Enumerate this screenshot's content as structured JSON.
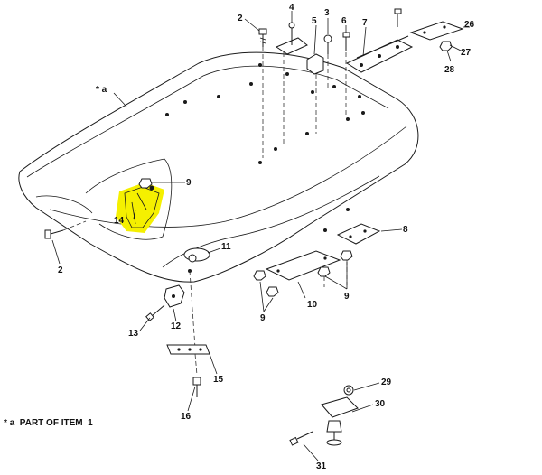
{
  "callouts": [
    {
      "id": "c2a",
      "label": "2"
    },
    {
      "id": "c4",
      "label": "4"
    },
    {
      "id": "c5",
      "label": "5"
    },
    {
      "id": "c6",
      "label": "6"
    },
    {
      "id": "c7",
      "label": "7"
    },
    {
      "id": "c3",
      "label": "3"
    },
    {
      "id": "c26",
      "label": "26"
    },
    {
      "id": "c27",
      "label": "27"
    },
    {
      "id": "c28",
      "label": "28"
    },
    {
      "id": "ca",
      "label": "* a"
    },
    {
      "id": "c9a",
      "label": "9"
    },
    {
      "id": "c14",
      "label": "14"
    },
    {
      "id": "c2b",
      "label": "2"
    },
    {
      "id": "c11",
      "label": "11"
    },
    {
      "id": "c8",
      "label": "8"
    },
    {
      "id": "c9b",
      "label": "9"
    },
    {
      "id": "c10",
      "label": "10"
    },
    {
      "id": "c9c",
      "label": "9"
    },
    {
      "id": "c13",
      "label": "13"
    },
    {
      "id": "c12",
      "label": "12"
    },
    {
      "id": "c15",
      "label": "15"
    },
    {
      "id": "c16",
      "label": "16"
    },
    {
      "id": "c29",
      "label": "29"
    },
    {
      "id": "c30",
      "label": "30"
    },
    {
      "id": "c31",
      "label": "31"
    }
  ],
  "footnote": "* a  PART OF ITEM  1",
  "colors": {
    "highlight": "#f5f000",
    "ink": "#1a1a1a"
  }
}
